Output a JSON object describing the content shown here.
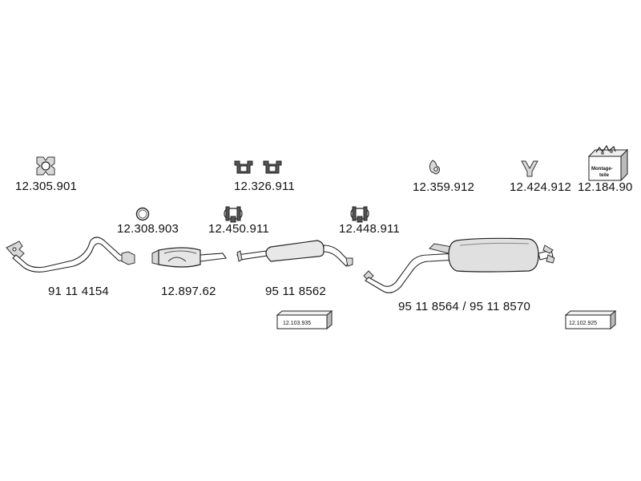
{
  "parts": {
    "gasket_upper": "12.305.901",
    "mount_pair": "12.326.911",
    "hanger_rear": "12.359.912",
    "clamp_v": "12.424.912",
    "mounting_kit": "12.184.90",
    "ring": "12.308.903",
    "clamp_center": "12.450.911",
    "clamp_rear": "12.448.911",
    "front_pipe": "91 11 4154",
    "catalyst": "12.897.62",
    "middle_silencer": "95 11 8562",
    "rear_silencer": "95 11 8564 / 95 11 8570"
  },
  "boxes": {
    "box_center": "12.103.935",
    "box_right": "12.102.925"
  },
  "kit_text": {
    "line1": "Montage-",
    "line2": "teile"
  }
}
